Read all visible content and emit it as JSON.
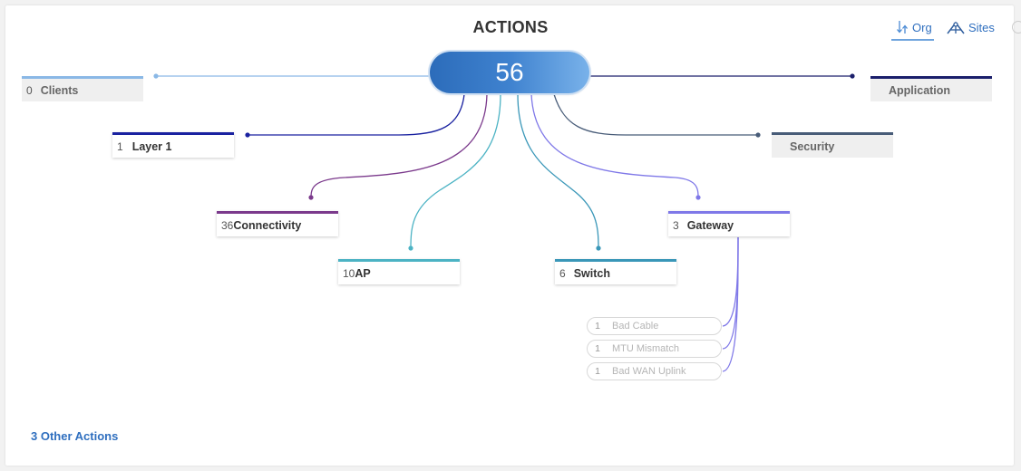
{
  "header": {
    "title": "ACTIONS"
  },
  "view_toggle": {
    "org_label": "Org",
    "sites_label": "Sites"
  },
  "hub": {
    "total": "56"
  },
  "categories": {
    "clients": {
      "count": "0",
      "label": "Clients"
    },
    "application": {
      "count": "",
      "label": "Application"
    },
    "layer1": {
      "count": "1",
      "label": "Layer 1"
    },
    "security": {
      "count": "",
      "label": "Security"
    },
    "connectivity": {
      "count": "36",
      "label": "Connectivity"
    },
    "gateway": {
      "count": "3",
      "label": "Gateway"
    },
    "ap": {
      "count": "10",
      "label": "AP"
    },
    "switch": {
      "count": "6",
      "label": "Switch"
    }
  },
  "gateway_actions": [
    {
      "count": "1",
      "label": "Bad Cable"
    },
    {
      "count": "1",
      "label": "MTU Mismatch"
    },
    {
      "count": "1",
      "label": "Bad WAN Uplink"
    }
  ],
  "footer": {
    "other_actions": "3 Other Actions"
  },
  "colors": {
    "clients": "#8ab8e6",
    "application": "#1b1f6b",
    "layer1": "#1a22a0",
    "security": "#485c78",
    "connectivity": "#7b3a8c",
    "gateway": "#7f78e8",
    "ap": "#4cb3c4",
    "switch": "#3a97b8"
  }
}
